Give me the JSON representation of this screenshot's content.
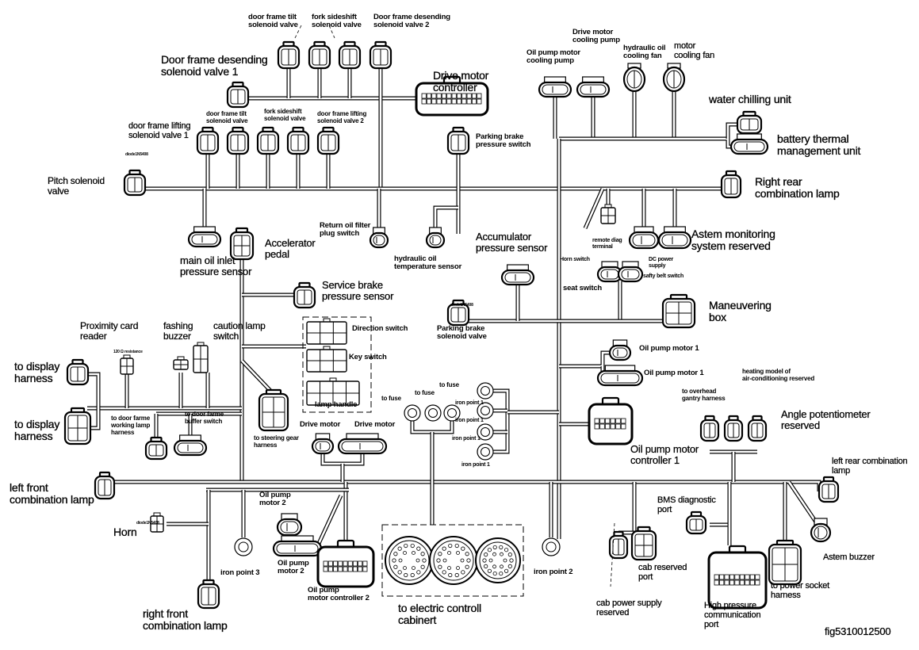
{
  "figure_id": "fig5310012500",
  "colors": {
    "line": "#000000",
    "background": "#ffffff"
  },
  "labels": {
    "door_frame_tilt_top": "door frame tilt\nsolenoid valve",
    "fork_sideshift_top": "fork sideshift\nsolenoid valve",
    "door_desending_2": "Door frame desending\nsolenoid valve 2",
    "door_desending_1": "Door frame desending\nsolenoid valve 1",
    "drive_motor_controller": "Drive motor\ncontroller",
    "door_frame_tilt_low": "door frame tilt\nsolenoid valve",
    "fork_sideshift_low": "fork sideshift\nsolenoid valve",
    "door_lifting_2": "door frame lifting\nsolenoid valve 2",
    "door_lifting_1": "door frame lifting\nsolenoid valve 1",
    "diode_pitch": "diode1N5408",
    "pitch_valve": "Pitch solenoid\nvalve",
    "oil_pump_motor_cooling": "Oil pump motor\ncooling pump",
    "drive_motor_cooling": "Drive motor\ncooling pump",
    "hydraulic_oil_fan": "hydraulic oil\ncooling fan",
    "motor_cooling_fan": "motor\ncooling fan",
    "water_chilling": "water chilling unit",
    "battery_thermal": "battery thermal\nmanagement unit",
    "right_rear_lamp": "Right rear\ncombination lamp",
    "parking_brake_switch": "Parking brake\npressure switch",
    "return_oil_filter": "Return oil filter\nplug switch",
    "hydraulic_oil_temp": "hydraulic oil\ntemperature sensor",
    "accumulator": "Accumulator\npressure sensor",
    "main_oil_inlet": "main oil inlet\npressure sensor",
    "accelerator": "Accelerator\npedal",
    "service_brake": "Service brake\npressure sensor",
    "horn_switch": "Horn switch",
    "remote_diag": "remote diag\nterminal",
    "dc_power": "DC power\nsupply",
    "astem_monitoring": "Astem monitoring\nsystem reserved",
    "seat_switch": "seat switch",
    "safety_belt": "safty belt switch",
    "maneuvering_box": "Maneuvering\nbox",
    "diode_parking": "diode1N5408",
    "parking_brake_valve": "Parking brake\nsolenoid valve",
    "proximity_card": "Proximity card\nreader",
    "flashing_buzzer": "fashing\nbuzzer",
    "caution_lamp": "caution lamp\nswitch",
    "resistance": "120 Ω resistance",
    "direction_switch": "Direction switch",
    "key_switch": "Key switch",
    "lamp_handle": "lamp handle",
    "display_1": "to display\nharness",
    "display_2": "to display\nharness",
    "door_working_lamp": "to door farme\nworking lamp\nharness",
    "door_buffer_switch": "to door farme\nbuffer switch",
    "steering_gear": "to steering gear\nharness",
    "drive_motor_a": "Drive motor",
    "drive_motor_b": "Drive motor",
    "fuse_1": "to fuse",
    "fuse_2": "to fuse",
    "fuse_3": "to fuse",
    "iron_1a": "iron point 1",
    "iron_1b": "iron point 1",
    "iron_1c": "iron point 1",
    "iron_1d": "iron point 1",
    "oil_pump_motor_1a": "Oil pump motor 1",
    "oil_pump_motor_1b": "Oil pump motor 1",
    "heating_model": "heating model of\nair-conditioning reserved",
    "overhead_gantry": "to overhead\ngantry harness",
    "angle_pot": "Angle potentiometer\nreserved",
    "oil_pump_ctrl_1": "Oil pump motor\ncontroller 1",
    "left_rear_lamp": "left rear combination\nlamp",
    "left_front_lamp": "left front\ncombination lamp",
    "horn": "Horn",
    "diode_horn": "diode1N5408",
    "iron_3": "iron point 3",
    "oil_pump_motor_2a": "Oil pump\nmotor 2",
    "oil_pump_motor_2b": "Oil pump\nmotor 2",
    "oil_pump_ctrl_2": "Oil pump\nmotor controller 2",
    "electric_cabinet": "to electric controll\ncabinert",
    "iron_2": "iron point 2",
    "bms_port": "BMS diagnostic\nport",
    "cab_reserved": "cab reserved\nport",
    "cab_power": "cab power supply\nreserved",
    "high_pressure": "High pressure\ncommunication\nport",
    "astem_buzzer": "Astem buzzer",
    "power_socket": "to power socket\nharness",
    "right_front_lamp": "right front\ncombination lamp"
  }
}
